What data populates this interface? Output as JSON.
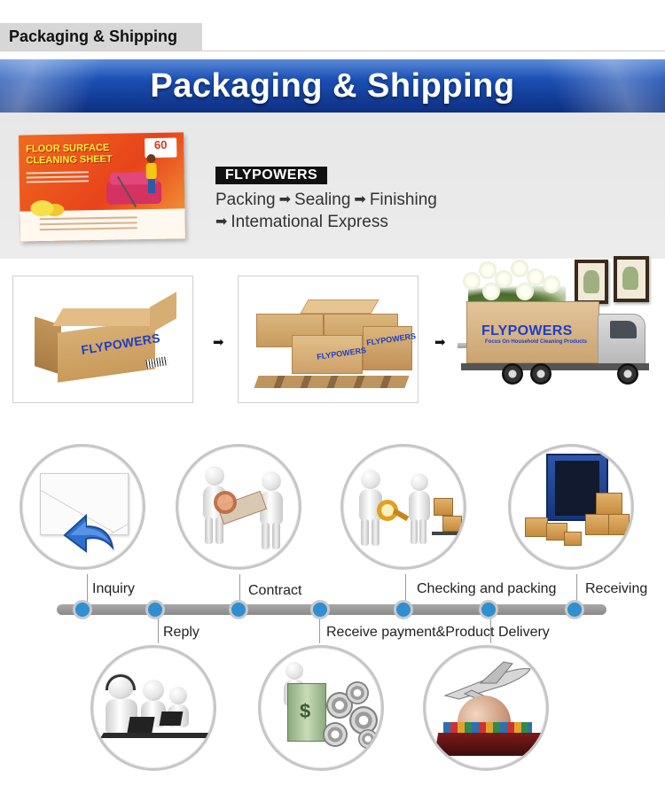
{
  "header": {
    "tab_label": "Packaging & Shipping"
  },
  "banner": {
    "title": "Packaging & Shipping"
  },
  "product": {
    "package_title": "FLOOR SURFACE CLEANING SHEET",
    "package_count": "60"
  },
  "brand": {
    "name": "FLYPOWERS",
    "process_line1": [
      "Packing",
      "Sealing",
      "Finishing"
    ],
    "process_line2": "Intemational Express",
    "arrow_glyph": "➡"
  },
  "sequence": {
    "carton_logo": "FLYPOWERS",
    "pallet_logo_left": "FLYPOWERS",
    "pallet_logo_right": "FLYPOWERS",
    "truck_logo": "FLYPOWERS",
    "truck_tagline": "Focus On Household Cleaning Products",
    "arrow": "➡"
  },
  "timeline": {
    "steps": [
      {
        "label": "Inquiry"
      },
      {
        "label": "Reply"
      },
      {
        "label": "Contract"
      },
      {
        "label": "Receive payment&Product"
      },
      {
        "label": "Checking and packing"
      },
      {
        "label": "Delivery"
      },
      {
        "label": "Receiving"
      }
    ]
  },
  "colors": {
    "banner_blue": "#1b4fb3",
    "dot_blue": "#2f8fd0",
    "brand_logo_blue": "#1d3fc4",
    "timeline_gray": "#999999"
  },
  "icons": [
    "envelope-reply-icon",
    "handshake-contract-icon",
    "magnifier-check-icon",
    "container-unload-icon",
    "call-center-icon",
    "money-gears-icon",
    "plane-ship-icon",
    "arrow-right-icon"
  ]
}
